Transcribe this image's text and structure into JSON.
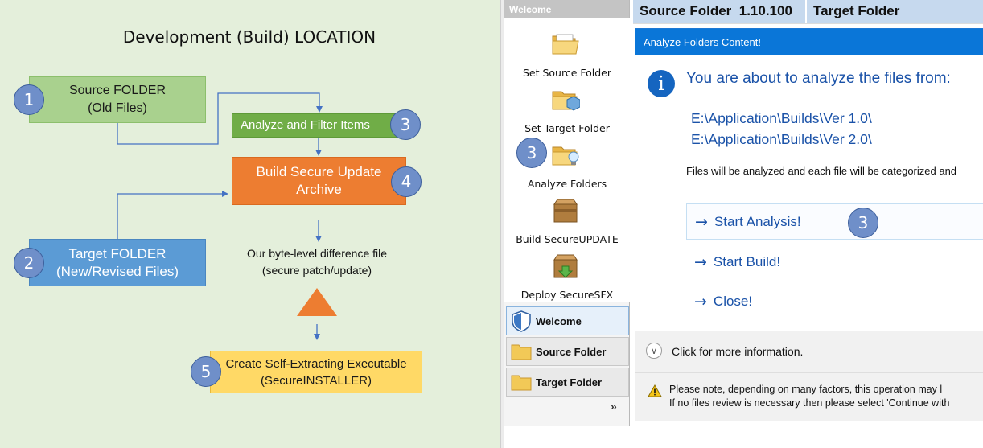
{
  "diagram": {
    "title": "Development (Build) LOCATION",
    "source_box": {
      "line1": "Source FOLDER",
      "line2": "(Old Files)",
      "step": "1"
    },
    "target_box": {
      "line1": "Target FOLDER",
      "line2": "(New/Revised Files)",
      "step": "2"
    },
    "analyze_box": {
      "label": "Analyze and Filter Items",
      "step": "3"
    },
    "build_box": {
      "line1": "Build Secure Update",
      "line2": "Archive",
      "step": "4"
    },
    "note": {
      "line1": "Our byte-level difference file",
      "line2": "(secure patch/update)"
    },
    "sfx_box": {
      "line1": "Create Self-Extracting Executable",
      "line2": "(SecureINSTALLER)",
      "step": "5"
    },
    "colors": {
      "background": "#e4efdb",
      "source": "#a9d18e",
      "target": "#5b9bd5",
      "analyze": "#70ad47",
      "build": "#ed7d31",
      "sfx": "#ffd966",
      "triangle": "#ed7d31",
      "step_circle": "#6f8fc9"
    }
  },
  "nav": {
    "header": "Welcome",
    "actions": [
      {
        "label": "Set Source Folder",
        "icon": "folder-open-icon"
      },
      {
        "label": "Set Target Folder",
        "icon": "folder-box-icon"
      },
      {
        "label": "Analyze Folders",
        "icon": "folder-lightbulb-icon",
        "step": "3"
      },
      {
        "label": "Build SecureUPDATE",
        "icon": "package-icon"
      },
      {
        "label": "Deploy SecureSFX",
        "icon": "package-download-icon"
      }
    ],
    "buttons": [
      {
        "label": "Welcome",
        "icon": "shield-icon",
        "active": true
      },
      {
        "label": "Source Folder",
        "icon": "folder-icon"
      },
      {
        "label": "Target Folder",
        "icon": "folder-icon"
      }
    ],
    "more": "»"
  },
  "tabs": {
    "source": "Source Folder  1.10.100",
    "target": "Target Folder"
  },
  "dialog": {
    "title": "Analyze Folders Content!",
    "main_instruction": "You are about to analyze the files from:",
    "paths": [
      "E:\\Application\\Builds\\Ver 1.0\\",
      "E:\\Application\\Builds\\Ver 2.0\\"
    ],
    "content": "Files will be analyzed and each file will be categorized and",
    "commands": [
      {
        "label": "Start Analysis!",
        "step": "3"
      },
      {
        "label": "Start Build!"
      },
      {
        "label": "Close!"
      }
    ],
    "arrow": "→",
    "expander": "Click for more information.",
    "footer_line1": "Please note, depending on many factors, this operation may l",
    "footer_line2": "If no files review is necessary then please select 'Continue with",
    "accent": "#0a76d8",
    "link_color": "#1a52a8"
  }
}
